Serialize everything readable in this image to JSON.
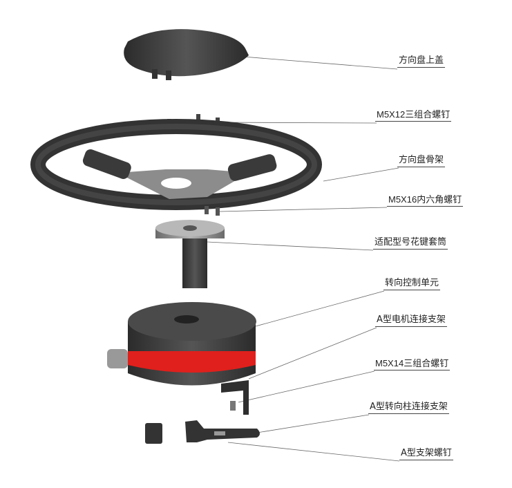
{
  "labels": {
    "top_cover": "方向盘上盖",
    "m5x12_screw": "M5X12三组合螺钉",
    "wheel_frame": "方向盘骨架",
    "m5x16_screw": "M5X16内六角螺钉",
    "spline_sleeve": "适配型号花键套筒",
    "steering_unit": "转向控制单元",
    "motor_bracket": "A型电机连接支架",
    "m5x14_screw": "M5X14三组合螺钉",
    "column_bracket": "A型转向柱连接支架",
    "bracket_screw": "A型支架螺钉"
  },
  "colors": {
    "body": "#3a3a3a",
    "band": "#e0201c",
    "metal": "#9a9a9a"
  }
}
